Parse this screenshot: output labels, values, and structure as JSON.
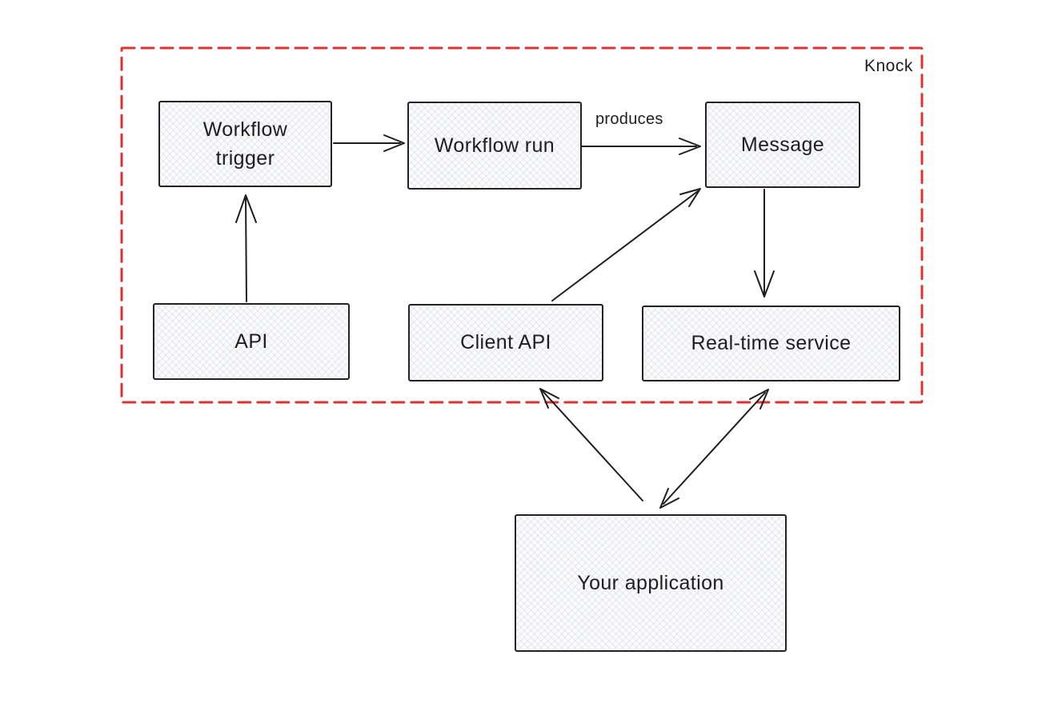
{
  "diagram": {
    "type": "architecture-flow",
    "container": {
      "label": "Knock",
      "border_style": "dashed",
      "border_color": "#e03131",
      "contains": [
        "workflow-trigger",
        "workflow-run",
        "message",
        "api",
        "client-api",
        "real-time-service"
      ]
    },
    "nodes": [
      {
        "id": "workflow-trigger",
        "label": "Workflow trigger"
      },
      {
        "id": "workflow-run",
        "label": "Workflow run"
      },
      {
        "id": "message",
        "label": "Message"
      },
      {
        "id": "api",
        "label": "API"
      },
      {
        "id": "client-api",
        "label": "Client API"
      },
      {
        "id": "real-time-service",
        "label": "Real-time service"
      },
      {
        "id": "your-application",
        "label": "Your application"
      }
    ],
    "edges": [
      {
        "from": "workflow-trigger",
        "to": "workflow-run",
        "label": "",
        "bidirectional": false
      },
      {
        "from": "workflow-run",
        "to": "message",
        "label": "produces",
        "bidirectional": false
      },
      {
        "from": "api",
        "to": "workflow-trigger",
        "label": "",
        "bidirectional": false
      },
      {
        "from": "client-api",
        "to": "message",
        "label": "",
        "bidirectional": false
      },
      {
        "from": "message",
        "to": "real-time-service",
        "label": "",
        "bidirectional": false
      },
      {
        "from": "your-application",
        "to": "client-api",
        "label": "",
        "bidirectional": false
      },
      {
        "from": "real-time-service",
        "to": "your-application",
        "label": "",
        "bidirectional": true
      }
    ],
    "colors": {
      "boundary": "#e03131",
      "stroke": "#1e1e1e",
      "node_fill": "#fbfbfc",
      "node_hatch": "#e4e6ea",
      "background": "#ffffff"
    }
  }
}
